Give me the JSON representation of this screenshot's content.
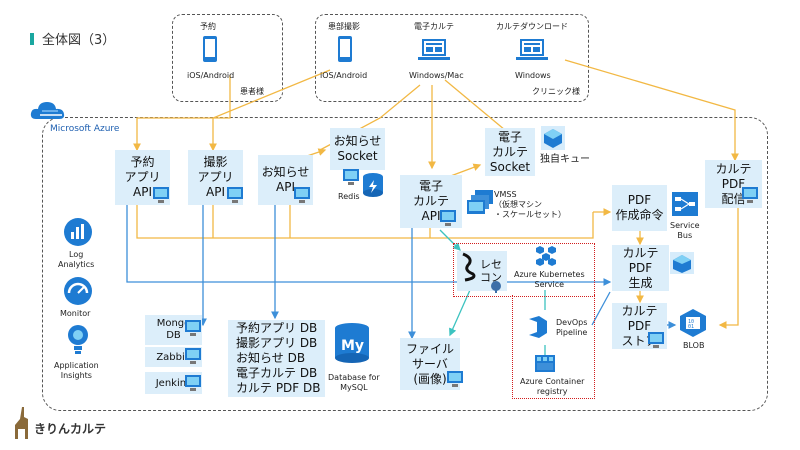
{
  "title": "全体図（3）",
  "clients": {
    "patient_group_label": "患者様",
    "clinic_group_label": "クリニック様",
    "devices": [
      {
        "name": "予約",
        "os": "iOS/Android"
      },
      {
        "name": "患部撮影",
        "os": "iOS/Android"
      },
      {
        "name": "電子カルテ",
        "os": "Windows/Mac"
      },
      {
        "name": "カルテダウンロード",
        "os": "Windows"
      }
    ]
  },
  "azure": {
    "label": "Microsoft Azure"
  },
  "services": {
    "reservation_api": [
      "予約",
      "アプリ",
      "API"
    ],
    "photo_api": [
      "撮影",
      "アプリ",
      "API"
    ],
    "notice_api": [
      "お知らせ",
      "API"
    ],
    "notice_socket": [
      "お知らせ",
      "Socket"
    ],
    "redis": "Redis",
    "emr_socket": [
      "電子",
      "カルテ",
      "Socket"
    ],
    "own_queue": "独自キュー",
    "emr_api": [
      "電子",
      "カルテ",
      "API"
    ],
    "vmss": [
      "VMSS",
      "（仮想マシン",
      "・スケールセット）"
    ],
    "pdf_command": [
      "PDF",
      "作成命令"
    ],
    "service_bus": [
      "Service",
      "Bus"
    ],
    "karte_pdf_delivery": [
      "カルテ",
      "PDF",
      "配信"
    ],
    "rececon": [
      "レセ",
      "コン"
    ],
    "aks": [
      "Azure Kubernetes",
      "Service"
    ],
    "karte_pdf_gen": [
      "カルテ",
      "PDF",
      "生成"
    ],
    "karte_pdf_store": [
      "カルテ",
      "PDF",
      "ストア"
    ],
    "blob": "BLOB",
    "devops": [
      "DevOps",
      "Pipeline"
    ],
    "acr": [
      "Azure Container",
      "registry"
    ],
    "file_server": [
      "ファイル",
      "サーバ",
      "(画像)"
    ],
    "mongo": [
      "Mongo",
      "DB"
    ],
    "zabbix": "Zabbix",
    "jenkins": "Jenkins",
    "databases": [
      "予約アプリ DB",
      "撮影アプリ DB",
      "お知らせ DB",
      "電子カルテ DB",
      "カルテ PDF DB"
    ],
    "mysql": [
      "Database for",
      "MySQL"
    ]
  },
  "monitoring": {
    "log_analytics": [
      "Log",
      "Analytics"
    ],
    "monitor": "Monitor",
    "app_insights": [
      "Application",
      "Insights"
    ]
  },
  "footer": {
    "brand": "きりんカルテ"
  },
  "colors": {
    "accent": "#1aa7a0",
    "box_fill": "#dceefa",
    "arrow_orange": "#f2b844",
    "arrow_blue": "#3d8fd9",
    "arrow_teal": "#3cc3c0",
    "dash_red": "#d21d1d"
  }
}
